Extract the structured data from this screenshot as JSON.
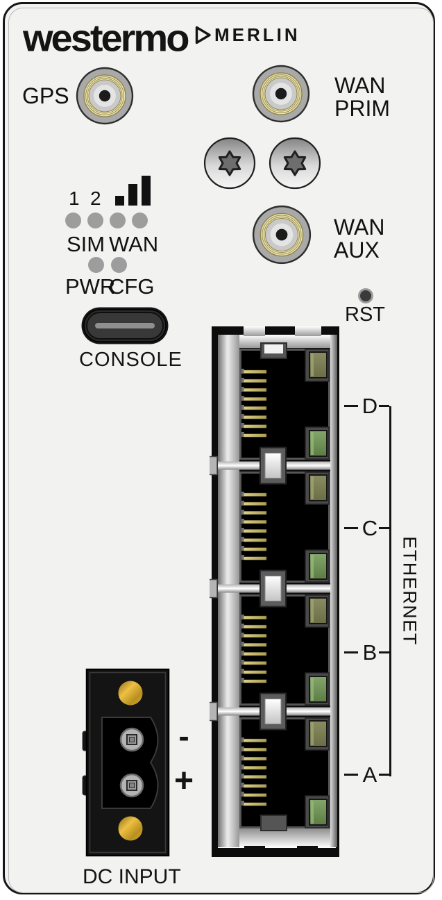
{
  "brand": {
    "logo_text": "westermo",
    "product": "MERLIN"
  },
  "connectors": {
    "gps_label": "GPS",
    "wan_prim": {
      "line1": "WAN",
      "line2": "PRIM"
    },
    "wan_aux": {
      "line1": "WAN",
      "line2": "AUX"
    }
  },
  "leds": {
    "num1": "1",
    "num2": "2",
    "sim_label": "SIM",
    "wan_label": "WAN",
    "pwr_label": "PWR",
    "cfg_label": "CFG"
  },
  "console": {
    "label": "CONSOLE"
  },
  "reset": {
    "label": "RST"
  },
  "ethernet": {
    "group_label": "ETHERNET",
    "ports": [
      "D",
      "C",
      "B",
      "A"
    ]
  },
  "dc_input": {
    "label": "DC INPUT",
    "negative": "-",
    "positive": "+"
  },
  "colors": {
    "panel_bg": "#f2f2f1",
    "led_off_gray": "#9d9d9d",
    "pin_gold": "#c9bd72",
    "led_green": "#6d9157",
    "led_olive": "#7b7e53",
    "dc_terminal_gold": "#d9ab2e",
    "outline_black": "#141414"
  }
}
